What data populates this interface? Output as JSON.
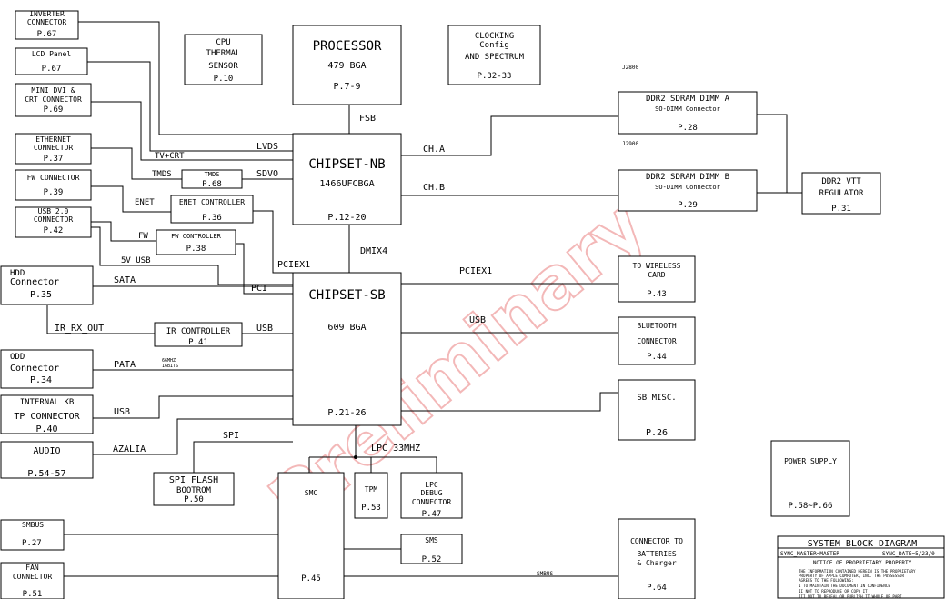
{
  "watermark": "Preliminary",
  "boxes": {
    "inverter": [
      "INVERTER",
      "CONNECTOR",
      "P.67"
    ],
    "lcd": [
      "LCD Panel",
      "P.67"
    ],
    "minidvi": [
      "MINI DVI &",
      "CRT CONNECTOR",
      "P.69"
    ],
    "ethernet": [
      "ETHERNET",
      "CONNECTOR",
      "P.37"
    ],
    "fwconn": [
      "FW CONNECTOR",
      "P.39"
    ],
    "usbconn": [
      "USB 2.0",
      "CONNECTOR",
      "P.42"
    ],
    "hdd": [
      "HDD",
      "Connector",
      "P.35"
    ],
    "odd": [
      "ODD",
      "Connector",
      "P.34"
    ],
    "kb": [
      "INTERNAL KB",
      "TP CONNECTOR",
      "P.40"
    ],
    "audio": [
      "AUDIO",
      "P.54-57"
    ],
    "smbus": [
      "SMBUS",
      "P.27"
    ],
    "fan": [
      "FAN",
      "CONNECTOR",
      "P.51"
    ],
    "cpu_thermal": [
      "CPU",
      "THERMAL",
      "SENSOR",
      "P.10"
    ],
    "processor": [
      "PROCESSOR",
      "479 BGA",
      "P.7-9"
    ],
    "clocking": [
      "CLOCKING",
      "Config",
      "AND SPECTRUM",
      "P.32-33"
    ],
    "nb": [
      "CHIPSET-NB",
      "1466UFCBGA",
      "P.12-20"
    ],
    "tmds": [
      "TMDS",
      "P.68"
    ],
    "enet": [
      "ENET CONTROLLER",
      "P.36"
    ],
    "fwctrl": [
      "FW CONTROLLER",
      "P.38"
    ],
    "sb": [
      "CHIPSET-SB",
      "609 BGA",
      "P.21-26"
    ],
    "ir": [
      "IR CONTROLLER",
      "P.41"
    ],
    "spiflash": [
      "SPI FLASH",
      "BOOTROM",
      "P.50"
    ],
    "smc": [
      "SMC",
      "P.45"
    ],
    "tpm": [
      "TPM",
      "P.53"
    ],
    "lpcdebug": [
      "LPC",
      "DEBUG",
      "CONNECTOR",
      "P.47"
    ],
    "sms": [
      "SMS",
      "P.52"
    ],
    "dimma": [
      "DDR2 SDRAM DIMM A",
      "SO-DIMM Connector",
      "P.28"
    ],
    "dimmb": [
      "DDR2 SDRAM DIMM B",
      "SO-DIMM Connector",
      "P.29"
    ],
    "vtt": [
      "DDR2 VTT",
      "REGULATOR",
      "P.31"
    ],
    "wireless": [
      "TO WIRELESS",
      "CARD",
      "P.43"
    ],
    "bluetooth": [
      "BLUETOOTH",
      "CONNECTOR",
      "P.44"
    ],
    "sbmisc": [
      "SB MISC.",
      "P.26"
    ],
    "batteries": [
      "CONNECTOR TO",
      "BATTERIES",
      "& Charger",
      "P.64"
    ],
    "power": [
      "POWER SUPPLY",
      "P.58~P.66"
    ]
  },
  "signals": {
    "fsb": "FSB",
    "lvds": "LVDS",
    "tvcrt": "TV+CRT",
    "tmds": "TMDS",
    "sdvo": "SDVO",
    "enet": "ENET",
    "cha": "CH.A",
    "chb": "CH.B",
    "dmix4": "DMIX4",
    "pciex1_nb": "PCIEX1",
    "fw": "FW",
    "usb_5v": "5V USB",
    "sata": "SATA",
    "pci": "PCI",
    "pciex1_sb": "PCIEX1",
    "usb_bt": "USB",
    "ir_rx_out": "IR_RX_OUT",
    "usb_ir": "USB",
    "pata": "PATA",
    "pata_note": "66MHZ\n16BITS",
    "usb_kb": "USB",
    "spi": "SPI",
    "azalia": "AZALIA",
    "lpc": "LPC 33MHZ",
    "smbus": "SMBUS",
    "j2800": "J2800",
    "j2900": "J2900"
  },
  "title_block": {
    "title": "SYSTEM BLOCK DIAGRAM",
    "master": "SYNC_MASTER=MASTER",
    "date": "SYNC_DATE=5/23/0",
    "notice": "NOTICE OF PROPRIETARY PROPERTY",
    "lines": [
      "THE INFORMATION CONTAINED HEREIN IS THE PROPRIETARY",
      "PROPERTY OF APPLE COMPUTER, INC. THE POSSESSOR",
      "AGREES TO THE FOLLOWING:",
      "I TO MAINTAIN THE DOCUMENT IN CONFIDENCE",
      "II NOT TO REPRODUCE OR COPY IT",
      "III NOT TO REVEAL OR PUBLISH IT WHOLE OR PART"
    ]
  }
}
